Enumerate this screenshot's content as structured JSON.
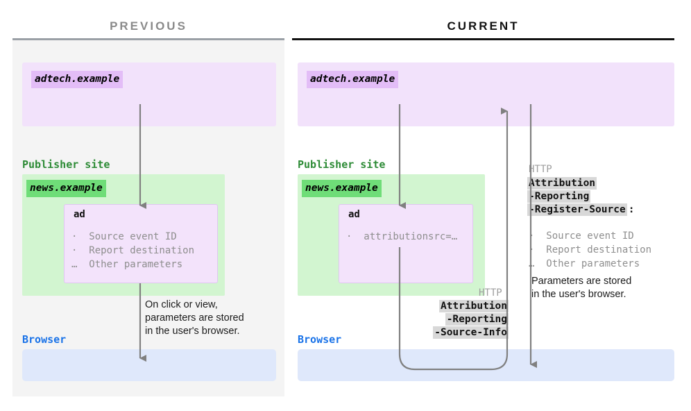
{
  "columns": {
    "previous": {
      "title": "PREVIOUS",
      "adtech_chip": "adtech.example",
      "publisher_label": "Publisher site",
      "news_chip": "news.example",
      "ad_title": "ad",
      "ad_params": "·  Source event ID\n·  Report destination\n…  Other parameters",
      "browser_label": "Browser",
      "note": "On click or view,\nparameters are stored\nin the user's browser."
    },
    "current": {
      "title": "CURRENT",
      "adtech_chip": "adtech.example",
      "publisher_label": "Publisher site",
      "news_chip": "news.example",
      "ad_title": "ad",
      "ad_params": "·  attributionsrc=…",
      "browser_label": "Browser",
      "request_http_word": "HTTP",
      "request_header_lines": [
        "Attribution",
        "-Reporting",
        "-Source-Info"
      ],
      "response_http_word": "HTTP",
      "response_header_lines": [
        "Attribution",
        "-Reporting",
        "-Register-Source"
      ],
      "response_header_colon": ":",
      "response_params": "·  Source event ID\n·  Report destination\n…  Other parameters",
      "note": "Parameters are stored\nin the user's browser."
    }
  },
  "colors": {
    "panel_bg": "#f4f4f4",
    "purple_region": "#f2e2fb",
    "purple_chip": "#e3bdf7",
    "green_region": "#d2f5d0",
    "green_chip": "#6fdd78",
    "blue_region": "#dfe8fb",
    "arrow_gray": "#808080",
    "header_highlight": "#d8d8d8",
    "label_green": "#2d8b36",
    "label_blue": "#1a73e8",
    "title_gray": "#8a8a8a",
    "title_black": "#111111"
  }
}
